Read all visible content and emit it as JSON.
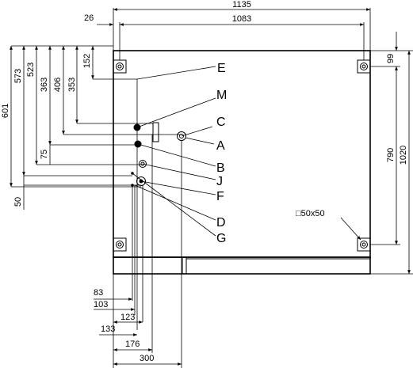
{
  "dimensions": {
    "top_overall": "1135",
    "top_offset": "26",
    "top_bolt_span": "1083",
    "right_top": "99",
    "right_bolt_span": "790",
    "right_overall": "1020",
    "left_601": "601",
    "left_573": "573",
    "left_523": "523",
    "left_363": "363",
    "left_406": "406",
    "left_353": "353",
    "left_152": "152",
    "left_75": "75",
    "left_50": "50",
    "bottom_83": "83",
    "bottom_103": "103",
    "bottom_123": "123",
    "bottom_133": "133",
    "bottom_176": "176",
    "bottom_300": "300",
    "foot_size": "□50x50"
  },
  "labels": {
    "E": "E",
    "M": "M",
    "C": "C",
    "A": "A",
    "B": "B",
    "J": "J",
    "F": "F",
    "D": "D",
    "G": "G"
  }
}
